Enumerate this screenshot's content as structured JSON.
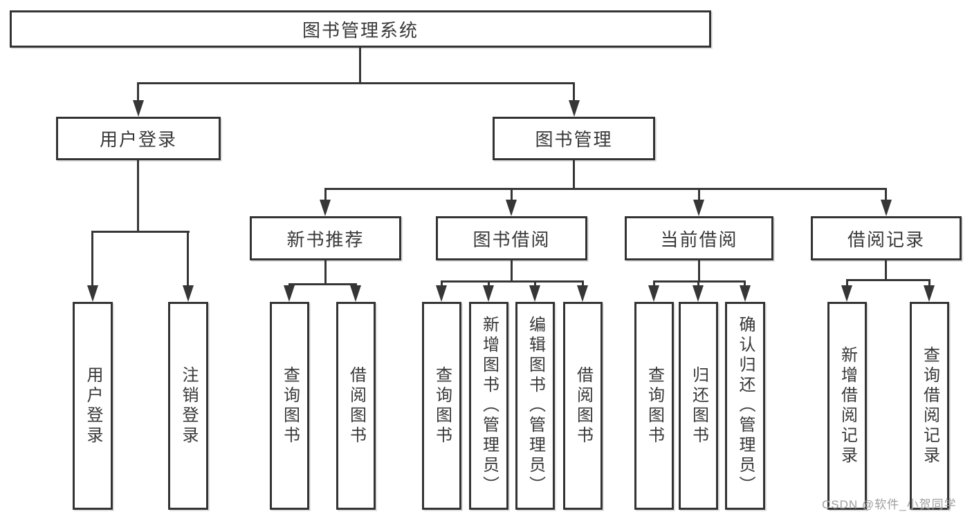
{
  "diagram": {
    "root": {
      "id": "library-system",
      "label": "图书管理系统"
    },
    "level2": [
      {
        "id": "user-login",
        "label": "用户登录",
        "parent": "library-system"
      },
      {
        "id": "book-management",
        "label": "图书管理",
        "parent": "library-system"
      }
    ],
    "level3": [
      {
        "id": "new-book-recommend",
        "label": "新书推荐",
        "parent": "book-management"
      },
      {
        "id": "book-borrowing",
        "label": "图书借阅",
        "parent": "book-management"
      },
      {
        "id": "current-borrowing",
        "label": "当前借阅",
        "parent": "book-management"
      },
      {
        "id": "borrowing-records",
        "label": "借阅记录",
        "parent": "book-management"
      }
    ],
    "leaves": [
      {
        "id": "leaf-user-login",
        "label": "用户登录",
        "parent": "user-login"
      },
      {
        "id": "leaf-logout",
        "label": "注销登录",
        "parent": "user-login"
      },
      {
        "id": "leaf-query-books-rec",
        "label": "查询图书",
        "parent": "new-book-recommend"
      },
      {
        "id": "leaf-borrow-books-rec",
        "label": "借阅图书",
        "parent": "new-book-recommend"
      },
      {
        "id": "leaf-query-books-borrow",
        "label": "查询图书",
        "parent": "book-borrowing"
      },
      {
        "id": "leaf-add-books-admin",
        "label": "新增图书（管理员）",
        "parent": "book-borrowing"
      },
      {
        "id": "leaf-edit-books-admin",
        "label": "编辑图书（管理员）",
        "parent": "book-borrowing"
      },
      {
        "id": "leaf-borrow-books",
        "label": "借阅图书",
        "parent": "book-borrowing"
      },
      {
        "id": "leaf-query-books-current",
        "label": "查询图书",
        "parent": "current-borrowing"
      },
      {
        "id": "leaf-return-books",
        "label": "归还图书",
        "parent": "current-borrowing"
      },
      {
        "id": "leaf-confirm-return-admin",
        "label": "确认归还（管理员）",
        "parent": "current-borrowing"
      },
      {
        "id": "leaf-add-borrow-record",
        "label": "新增借阅记录",
        "parent": "borrowing-records"
      },
      {
        "id": "leaf-query-borrow-record",
        "label": "查询借阅记录",
        "parent": "borrowing-records"
      }
    ],
    "watermark": "CSDN @软件_小贺同学",
    "colors": {
      "line": "#363636",
      "border": "#333333",
      "text": "#383838",
      "watermark": "#9e9e9e",
      "background": "#ffffff"
    }
  }
}
